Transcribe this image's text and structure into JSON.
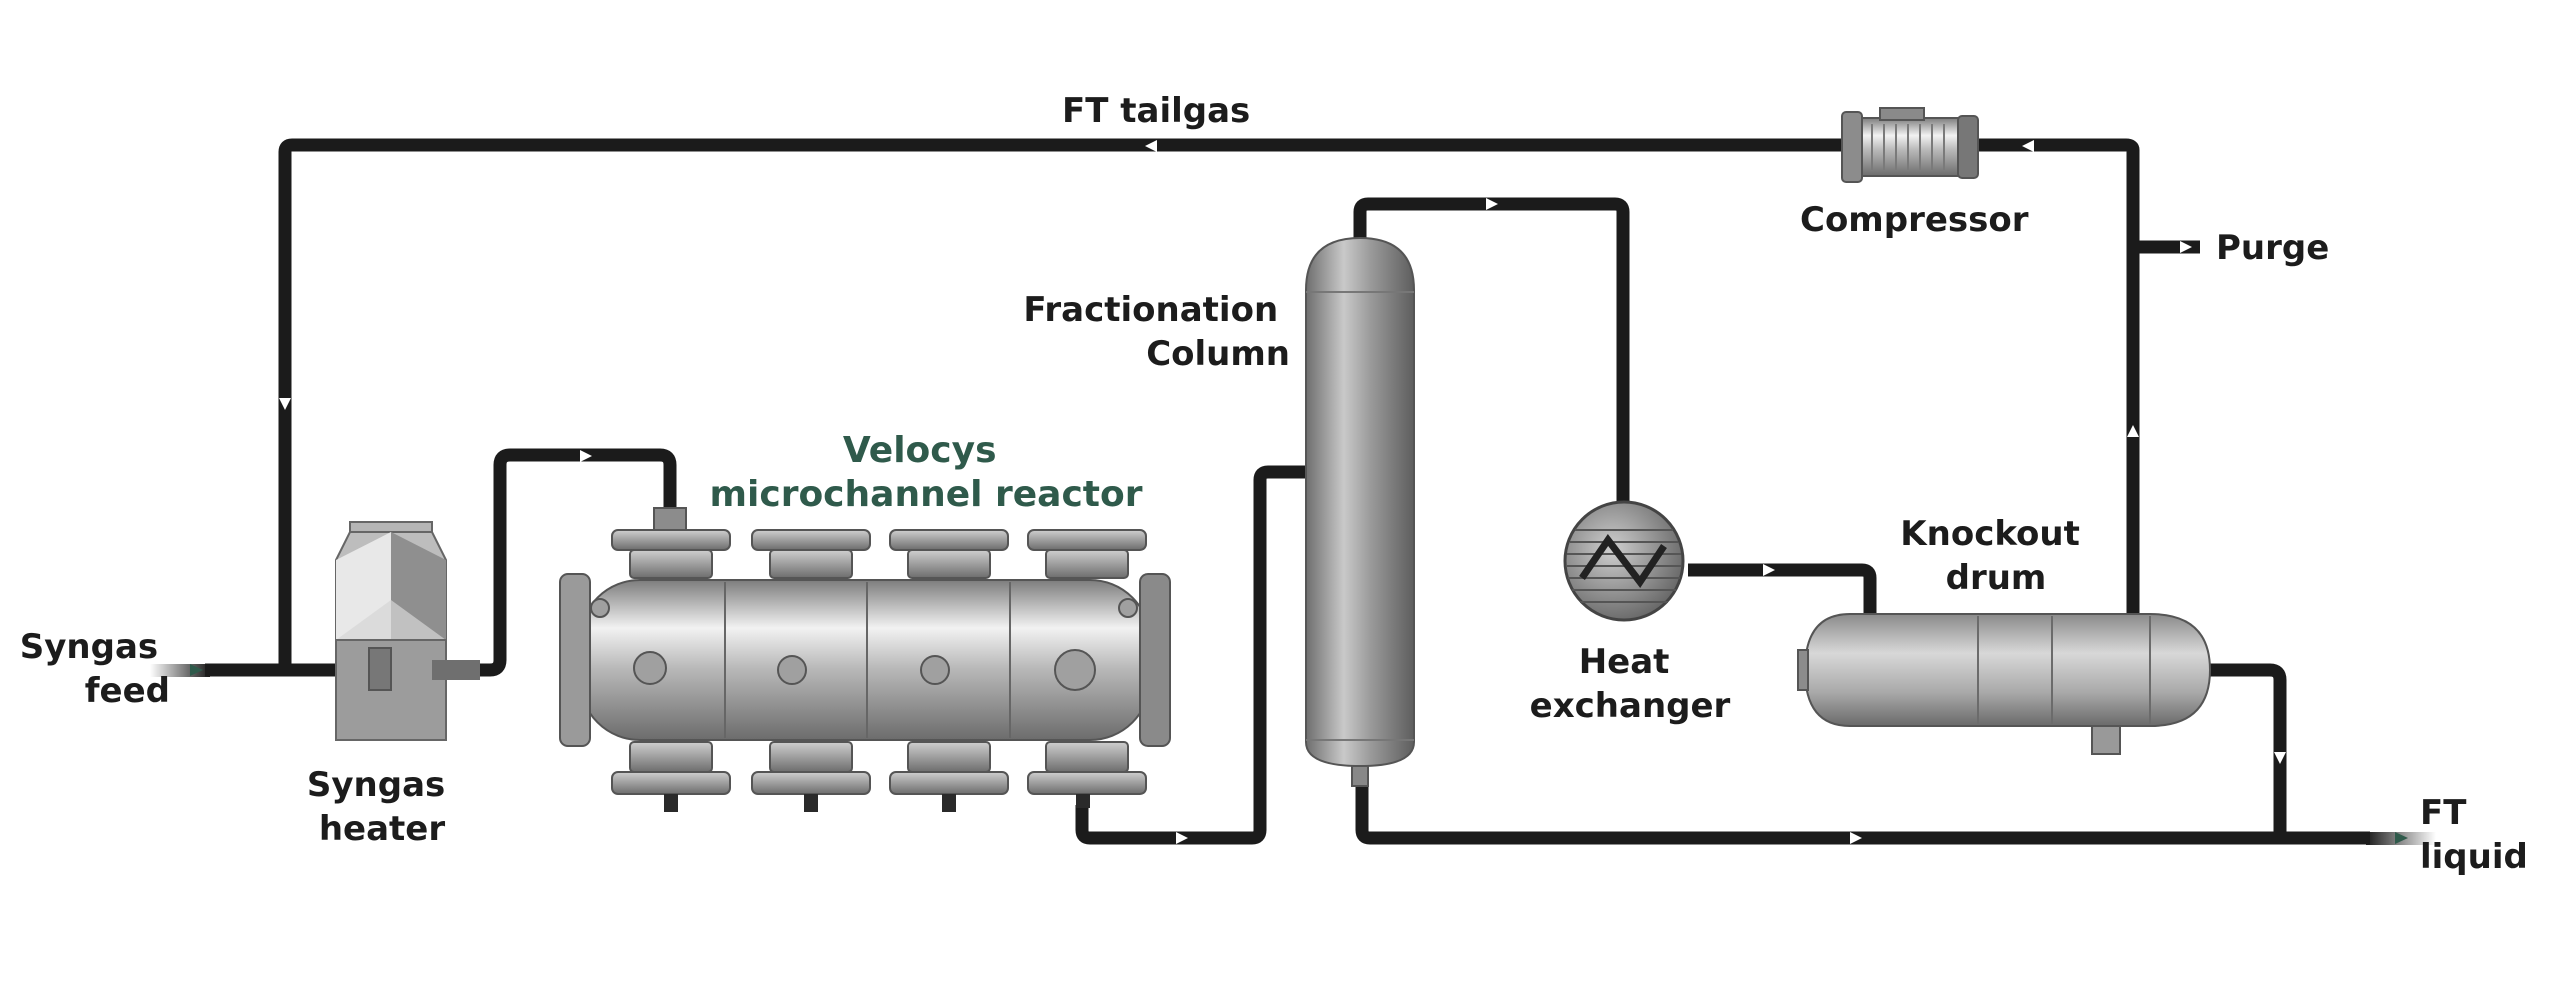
{
  "colors": {
    "pipe": "#1b1b1b",
    "equipment_metal": "#a8a8a8",
    "label_text": "#1c1c1c",
    "accent_text": "#2f5a4b",
    "flow_arrow": "#ffffff",
    "inlet_arrow": "#2f5a4b"
  },
  "labels": {
    "ft_tailgas": "FT tailgas",
    "compressor": "Compressor",
    "purge": "Purge",
    "fractionation_line1": "Fractionation",
    "fractionation_line2": "Column",
    "reactor_line1": "Velocys",
    "reactor_line2": "microchannel reactor",
    "knockout_line1": "Knockout",
    "knockout_line2": "drum",
    "heat_exchanger_line1": "Heat",
    "heat_exchanger_line2": "exchanger",
    "syngas_feed_line1": "Syngas",
    "syngas_feed_line2": "feed",
    "syngas_heater_line1": "Syngas",
    "syngas_heater_line2": "heater",
    "ft_liquid_line1": "FT",
    "ft_liquid_line2": "liquid"
  },
  "icons": {
    "compressor": "compressor-icon",
    "syngas_heater": "heater-icon",
    "reactor": "reactor-vessel-icon",
    "column": "fractionation-column-icon",
    "heat_exchanger": "heat-exchanger-icon",
    "knockout_drum": "knockout-drum-icon"
  }
}
